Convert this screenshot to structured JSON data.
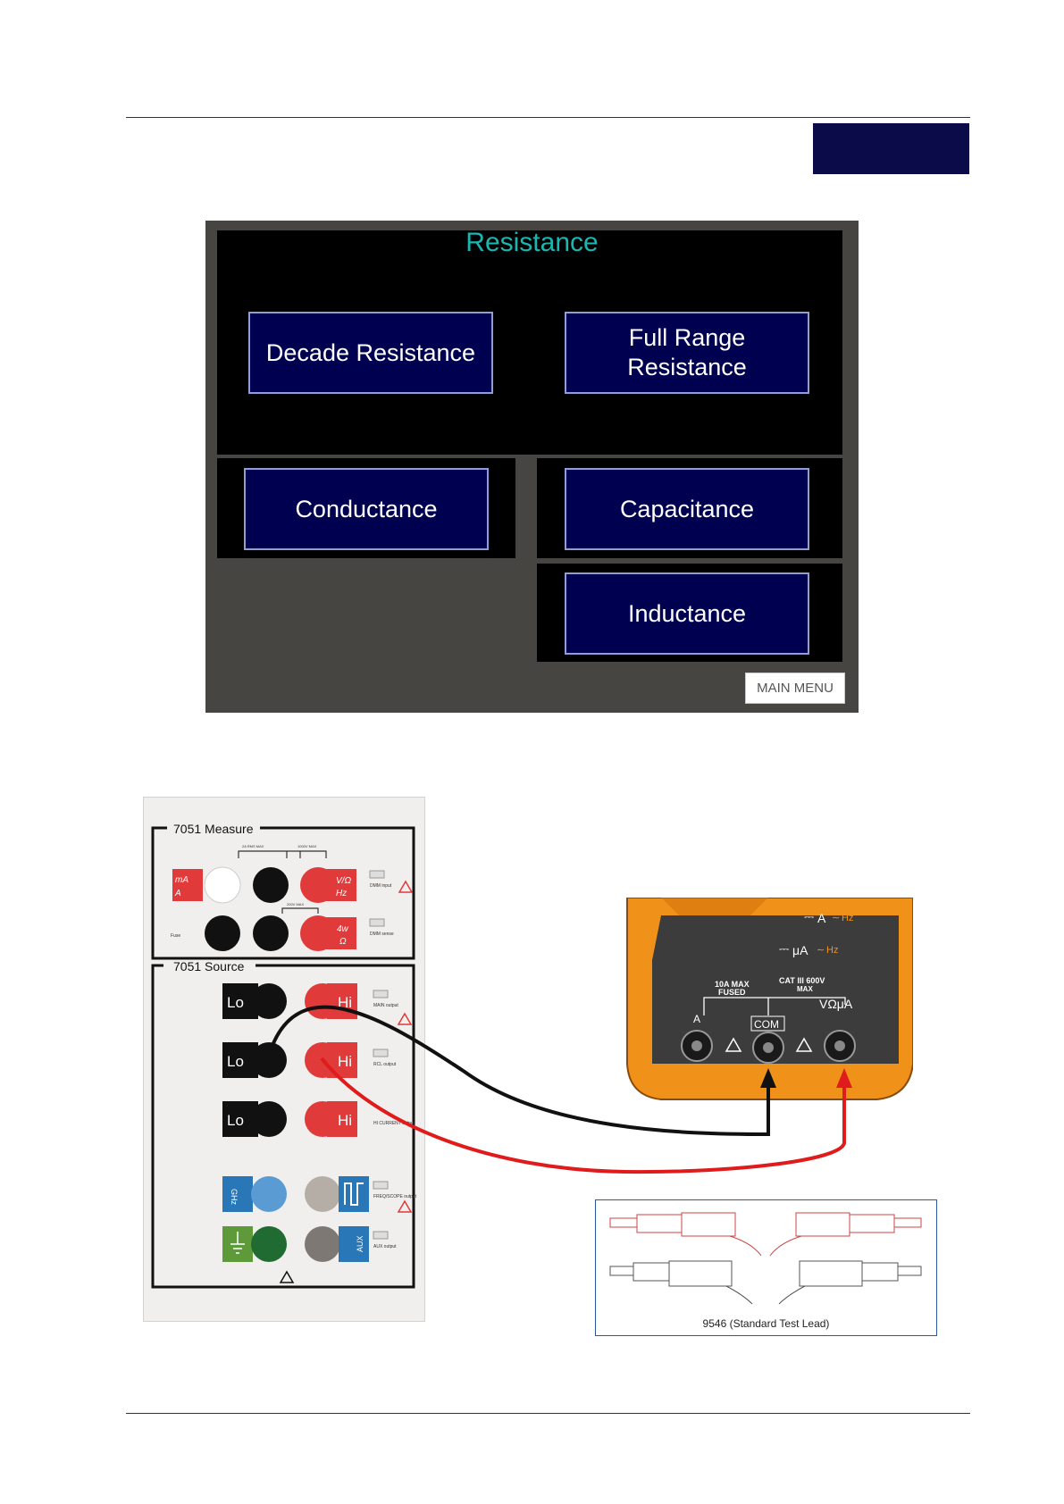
{
  "screen": {
    "title": "Resistance",
    "buttons": {
      "decade_resistance": "Decade Resistance",
      "full_range_line1": "Full Range",
      "full_range_line2": "Resistance",
      "conductance": "Conductance",
      "capacitance": "Capacitance",
      "inductance": "Inductance"
    },
    "main_menu": "MAIN MENU",
    "colors": {
      "title": "#19b7b2",
      "button_bg": "#000050",
      "button_border": "#8e9ed6",
      "panel_bg": "#474542"
    }
  },
  "diagram": {
    "measure_label": "7051 Measure",
    "source_label": "7051 Source",
    "measure": {
      "ma_a": "mA",
      "a": "A",
      "v_ohm": "V/Ω",
      "hz": "Hz",
      "dmm_input": "DMM input",
      "fuse": "Fuse",
      "four_w": "4w",
      "ohm": "Ω",
      "dmm_sense": "DMM sense",
      "max_left": "2A RMS MAX",
      "max_right": "1000V MAX",
      "max_low": "200V MAX"
    },
    "source": {
      "lo": "Lo",
      "hi": "Hi",
      "main_output": "MAIN output",
      "rcl_output": "RCL output",
      "hi_current_output": "HI CURRENT output",
      "ghz": "GHz",
      "freq_scope_output": "FREQ/SCOPE output",
      "aux": "AUX",
      "aux_output": "AUX output"
    },
    "meter": {
      "dc_a": "A",
      "hz": "Hz",
      "ua": "μA",
      "a_max_fused_1": "10A MAX",
      "a_max_fused_2": "FUSED",
      "cat": "CAT III 600V",
      "max": "MAX",
      "a_terminal": "A",
      "com_terminal": "COM",
      "v_terminal": "VΩμA"
    },
    "leads_caption": "9546 (Standard Test Lead)"
  }
}
